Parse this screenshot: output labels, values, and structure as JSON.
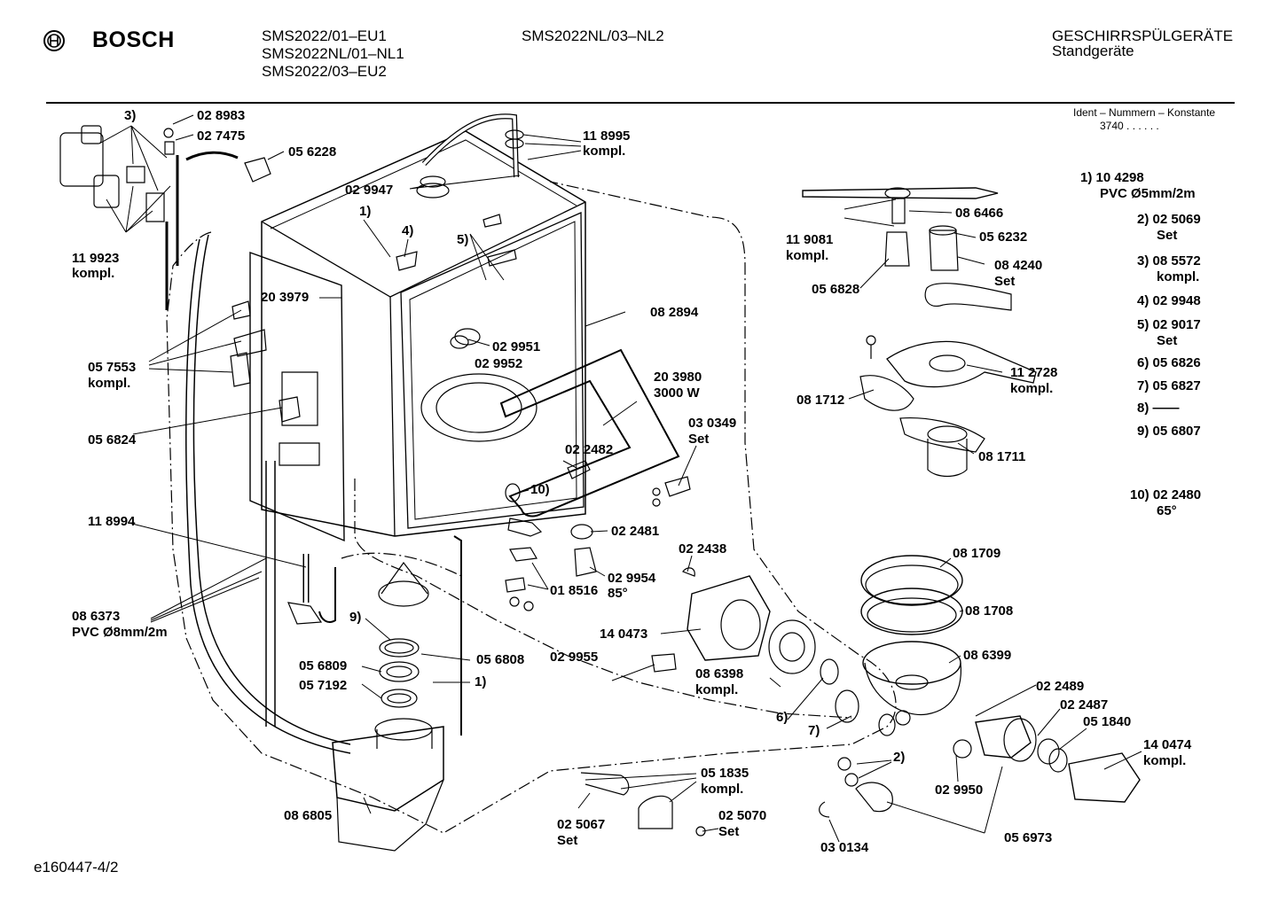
{
  "header": {
    "brand": "BOSCH",
    "models_col1": [
      "SMS2022/01–EU1",
      "SMS2022NL/01–NL1",
      "SMS2022/03–EU2"
    ],
    "models_col2": "SMS2022NL/03–NL2",
    "category": "GESCHIRRSPÜLGERÄTE",
    "subcategory": "Standgeräte",
    "ident_label": "Ident – Nummern – Konstante",
    "ident_value": "3740 . . . . . ."
  },
  "legend": [
    {
      "num": "1)",
      "code": "10 4298",
      "desc": "PVC Ø5mm/2m"
    },
    {
      "num": "2)",
      "code": "02 5069",
      "desc": "Set"
    },
    {
      "num": "3)",
      "code": "08 5572",
      "desc": "kompl."
    },
    {
      "num": "4)",
      "code": "02 9948",
      "desc": ""
    },
    {
      "num": "5)",
      "code": "02 9017",
      "desc": "Set"
    },
    {
      "num": "6)",
      "code": "05 6826",
      "desc": ""
    },
    {
      "num": "7)",
      "code": "05 6827",
      "desc": ""
    },
    {
      "num": "8)",
      "code": "——",
      "desc": ""
    },
    {
      "num": "9)",
      "code": "05 6807",
      "desc": ""
    },
    {
      "num": "10)",
      "code": "02 2480",
      "desc": "65°"
    }
  ],
  "callouts": {
    "c3": "3)",
    "c028983": "02 8983",
    "c027475": "02 7475",
    "c056228": "05 6228",
    "c119923": "11 9923",
    "c119923b": "kompl.",
    "c118995": "11 8995",
    "c118995b": "kompl.",
    "c029947": "02 9947",
    "c1": "1)",
    "c4": "4)",
    "c5": "5)",
    "c203979": "20 3979",
    "c057553": "05 7553",
    "c057553b": "kompl.",
    "c029951": "02 9951",
    "c029952": "02 9952",
    "c082894": "08 2894",
    "c056824": "05 6824",
    "c203980": "20 3980",
    "c203980b": "3000 W",
    "c030349": "03 0349",
    "c030349b": "Set",
    "c022482": "02 2482",
    "c10": "10)",
    "c118994": "11 8994",
    "c022481": "02 2481",
    "c022438": "02 2438",
    "c029954": "02 9954",
    "c029954b": "85°",
    "c018516": "01 8516",
    "c086373": "08 6373",
    "c086373b": "PVC Ø8mm/2m",
    "c9": "9)",
    "c056808": "05 6808",
    "c056809": "05 6809",
    "c057192": "05 7192",
    "c1b": "1)",
    "c140473": "14 0473",
    "c029955": "02 9955",
    "c086398": "08 6398",
    "c086398b": "kompl.",
    "c6": "6)",
    "c7": "7)",
    "c086805": "08 6805",
    "c051835": "05 1835",
    "c051835b": "kompl.",
    "c025067": "02 5067",
    "c025067b": "Set",
    "c025070": "02 5070",
    "c025070b": "Set",
    "c119081": "11 9081",
    "c119081b": "kompl.",
    "c086466": "08 6466",
    "c056232": "05 6232",
    "c084240": "08 4240",
    "c084240b": "Set",
    "c056828": "05 6828",
    "c112728": "11 2728",
    "c112728b": "kompl.",
    "c081712": "08 1712",
    "c081711": "08 1711",
    "c081709": "08 1709",
    "c081708": "08 1708",
    "c086399": "08 6399",
    "c022489": "02 2489",
    "c022487": "02 2487",
    "c051840": "05 1840",
    "c140474": "14 0474",
    "c140474b": "kompl.",
    "c2": "2)",
    "c029950": "02 9950",
    "c056973": "05 6973",
    "c030134": "03 0134"
  },
  "footer": {
    "doc_id": "e160447-4/2"
  }
}
